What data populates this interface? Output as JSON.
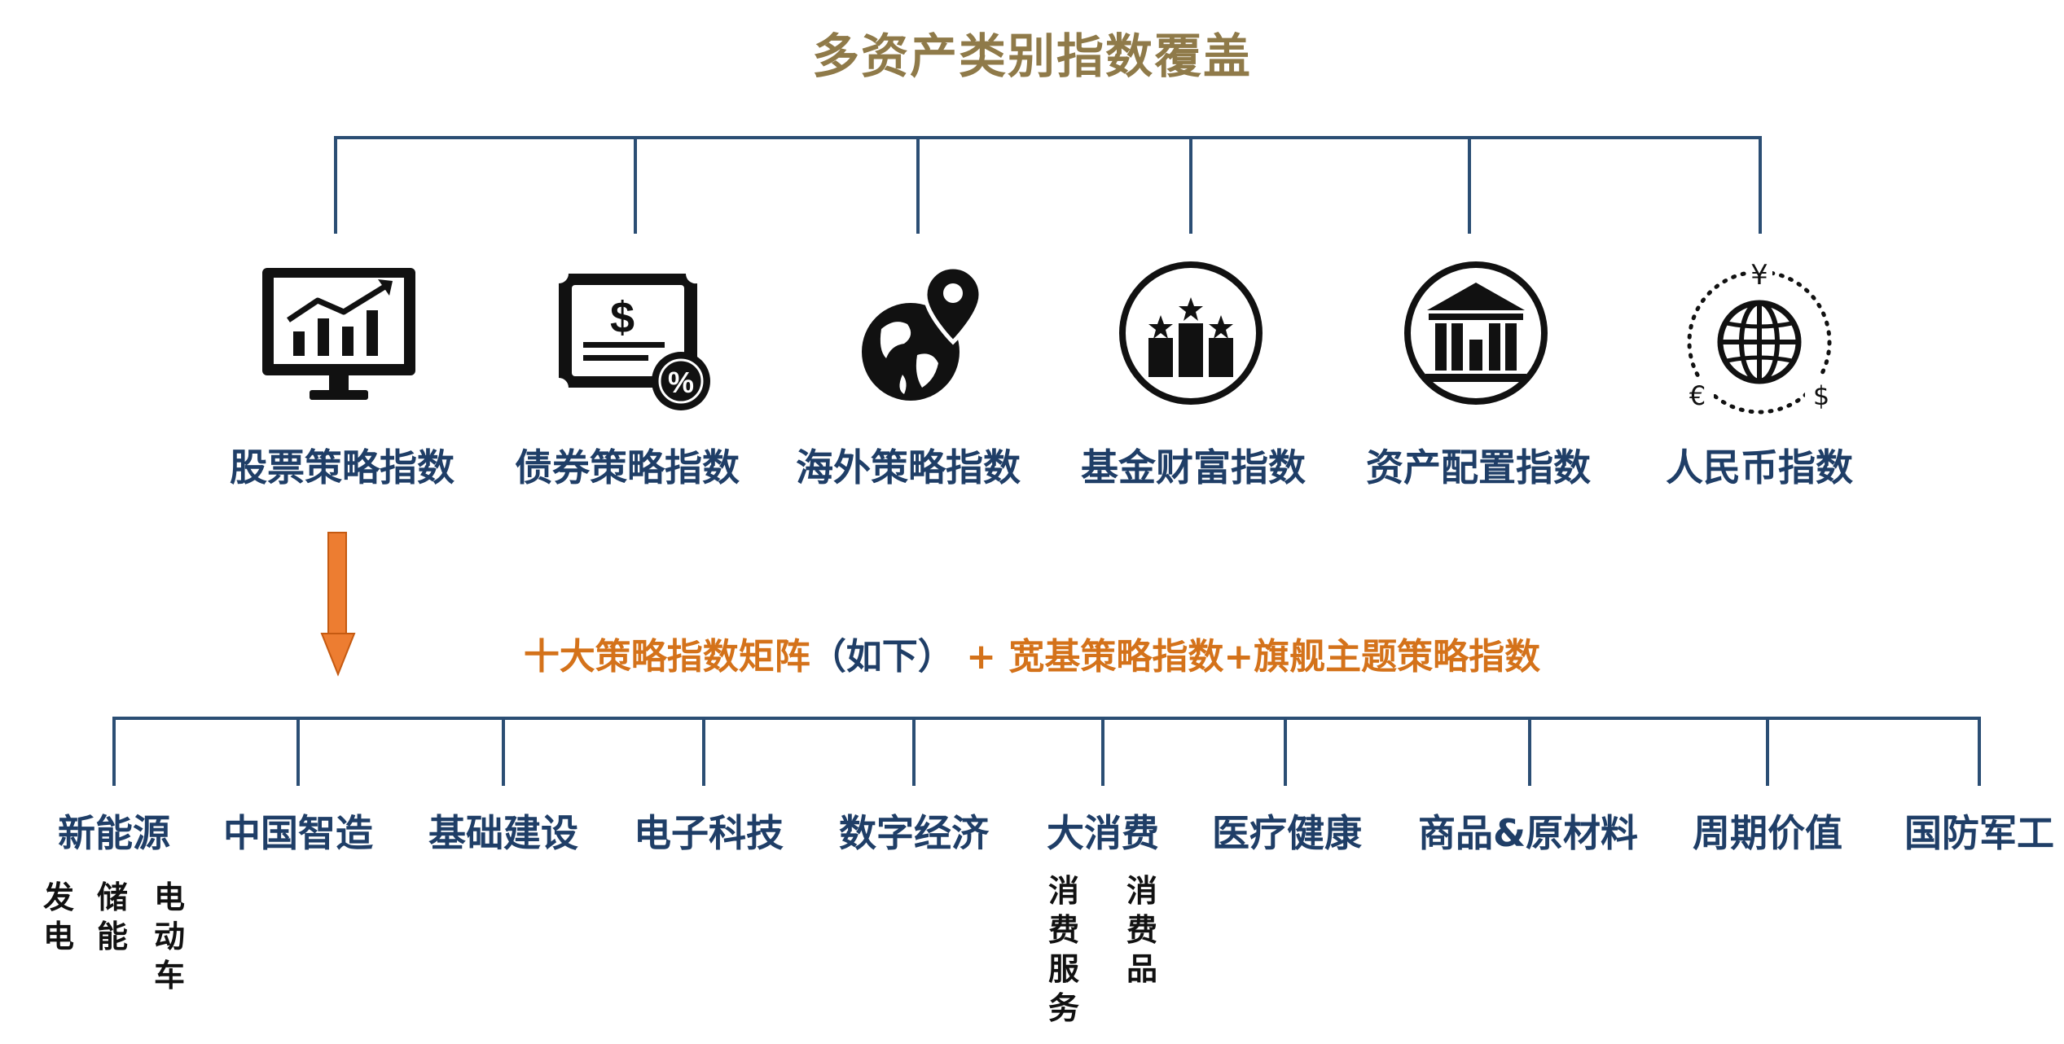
{
  "title": "多资产类别指数覆盖",
  "categories": [
    {
      "label": "股票策略指数",
      "icon": "stock-monitor-icon"
    },
    {
      "label": "债券策略指数",
      "icon": "bond-certificate-icon"
    },
    {
      "label": "海外策略指数",
      "icon": "globe-location-icon"
    },
    {
      "label": "基金财富指数",
      "icon": "fund-stars-icon"
    },
    {
      "label": "资产配置指数",
      "icon": "bank-building-icon"
    },
    {
      "label": "人民币指数",
      "icon": "currency-globe-icon"
    }
  ],
  "matrix": {
    "part1": "十大策略指数矩阵",
    "part2": "（如下）",
    "part3": " + 宽基策略指数+旗舰主题策略指数"
  },
  "themes": [
    {
      "label": "新能源",
      "subs": [
        "发电",
        "储能",
        "电动车"
      ]
    },
    {
      "label": "中国智造",
      "subs": []
    },
    {
      "label": "基础建设",
      "subs": []
    },
    {
      "label": "电子科技",
      "subs": []
    },
    {
      "label": "数字经济",
      "subs": []
    },
    {
      "label": "大消费",
      "subs": [
        "消费服务",
        "消费品"
      ]
    },
    {
      "label": "医疗健康",
      "subs": []
    },
    {
      "label": "商品&原材料",
      "subs": []
    },
    {
      "label": "周期价值",
      "subs": []
    },
    {
      "label": "国防军工",
      "subs": []
    }
  ],
  "currency_symbols": {
    "yen": "¥",
    "euro": "€",
    "dollar": "$"
  },
  "colors": {
    "title": "#8f7a49",
    "navy": "#1f3e67",
    "line": "#2b4e74",
    "orange": "#d4721a",
    "arrow": "#ed7d31"
  }
}
